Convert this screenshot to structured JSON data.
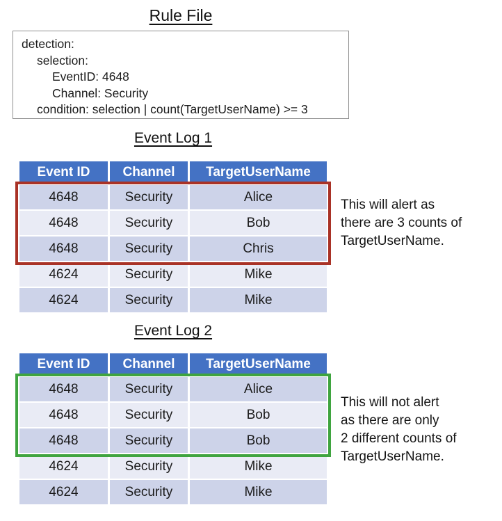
{
  "rule_file": {
    "title": "Rule File",
    "code_lines": [
      {
        "indent": 0,
        "text": "detection:"
      },
      {
        "indent": 1,
        "text": "selection:"
      },
      {
        "indent": 2,
        "text": "EventID: 4648"
      },
      {
        "indent": 2,
        "text": "Channel: Security"
      },
      {
        "indent": 1,
        "text": "condition: selection | count(TargetUserName) >= 3"
      }
    ]
  },
  "event_logs": [
    {
      "heading": "Event Log 1",
      "columns": [
        "Event ID",
        "Channel",
        "TargetUserName"
      ],
      "rows": [
        [
          "4648",
          "Security",
          "Alice"
        ],
        [
          "4648",
          "Security",
          "Bob"
        ],
        [
          "4648",
          "Security",
          "Chris"
        ],
        [
          "4624",
          "Security",
          "Mike"
        ],
        [
          "4624",
          "Security",
          "Mike"
        ]
      ],
      "highlight": {
        "rows_covered": "1-3",
        "border_color": "#A93226"
      },
      "annotation_lines": [
        "This will alert as",
        "there are 3 counts of",
        "TargetUserName."
      ]
    },
    {
      "heading": "Event Log 2",
      "columns": [
        "Event ID",
        "Channel",
        "TargetUserName"
      ],
      "rows": [
        [
          "4648",
          "Security",
          "Alice"
        ],
        [
          "4648",
          "Security",
          "Bob"
        ],
        [
          "4648",
          "Security",
          "Bob"
        ],
        [
          "4624",
          "Security",
          "Mike"
        ],
        [
          "4624",
          "Security",
          "Mike"
        ]
      ],
      "highlight": {
        "rows_covered": "1-3",
        "border_color": "#3FA43F"
      },
      "annotation_lines": [
        "This will not alert",
        "as there are only",
        "2 different counts of",
        "TargetUserName."
      ]
    }
  ],
  "colors": {
    "table_header_bg": "#4472C4",
    "table_header_text": "#FFFFFF",
    "row_band_dark": "#CDD3E9",
    "row_band_light": "#E9EBF5",
    "alert_outline": "#A93226",
    "no_alert_outline": "#3FA43F",
    "rule_box_border": "#8F8F8F"
  }
}
